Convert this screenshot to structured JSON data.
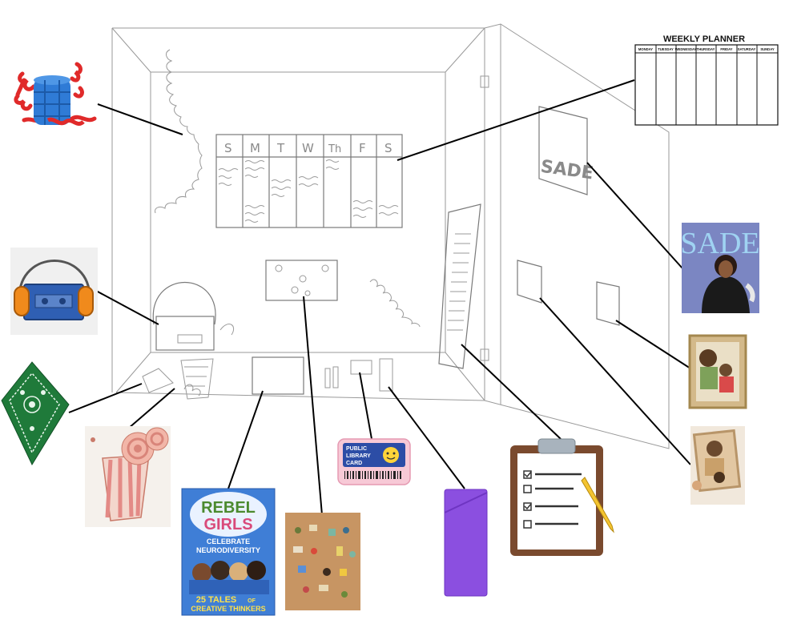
{
  "planner": {
    "title": "WEEKLY PLANNER",
    "days": [
      "MONDAY",
      "TUESDAY",
      "WEDNESDAY",
      "THURSDAY",
      "FRIDAY",
      "SATURDAY",
      "SUNDAY"
    ]
  },
  "sketch_calendar": {
    "days": [
      "S",
      "M",
      "T",
      "W",
      "Th",
      "F",
      "S"
    ]
  },
  "sade_sketch_text": "SADE",
  "sade_poster_text": "SADE",
  "library_card": {
    "line1": "PUBLIC",
    "line2": "LIBRARY",
    "line3": "CARD"
  },
  "book": {
    "title_line1": "REBEL",
    "title_line2": "GIRLS",
    "subtitle_line1": "CELEBRATE",
    "subtitle_line2": "NEURODIVERSITY",
    "tagline_line1": "25 TALES",
    "tagline_of": "OF",
    "tagline_line2": "CREATIVE THINKERS"
  },
  "colors": {
    "sketch": "#9a9a9a",
    "leader": "#000000",
    "bandana": "#1f7a3a",
    "pencil_case": "#8b4fe0",
    "walkman": "#2f5fb3",
    "clipboard": "#7a4a2e",
    "sade_bg": "#7b86c2",
    "cork": "#c79563",
    "book_bg": "#3f7ed6"
  },
  "icons": [
    "slinky-toy-icon",
    "walkman-icon",
    "bandana-icon",
    "pastry-icon",
    "book-icon",
    "corkboard-icon",
    "library-card-icon",
    "pencil-case-icon",
    "clipboard-icon",
    "framed-photo-icon",
    "sade-poster-icon",
    "weekly-planner-icon"
  ]
}
